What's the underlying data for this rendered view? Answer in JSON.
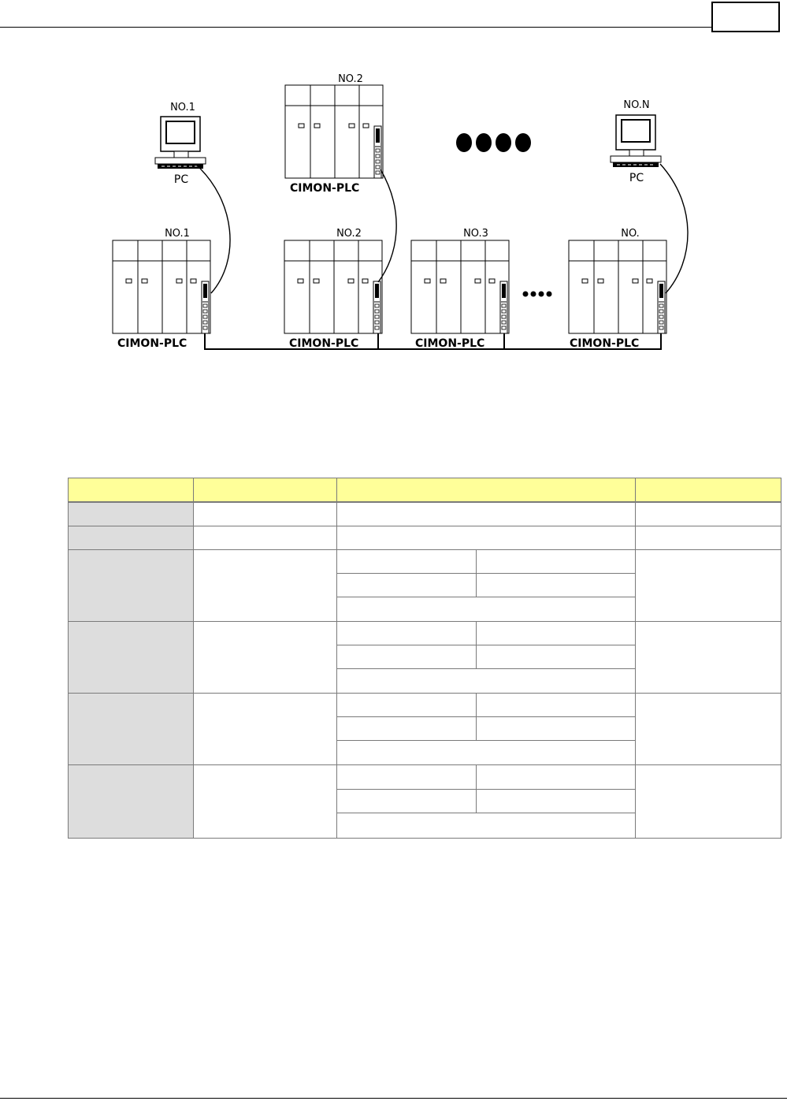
{
  "diagram": {
    "pcs": [
      {
        "number": "NO.1",
        "label": "PC"
      },
      {
        "number": "NO.N",
        "label": "PC"
      }
    ],
    "upper_plc": {
      "number": "NO.2",
      "label": "CIMON-PLC"
    },
    "lower_plcs": [
      {
        "number": "NO.1",
        "label": "CIMON-PLC"
      },
      {
        "number": "NO.2",
        "label": "CIMON-PLC"
      },
      {
        "number": "NO.3",
        "label": "CIMON-PLC"
      },
      {
        "number": "NO.",
        "label": "CIMON-PLC"
      }
    ]
  },
  "colors": {
    "header_fill": "#ffff99",
    "label_fill": "#dddddd",
    "cell_border": "#7a7a7a"
  }
}
